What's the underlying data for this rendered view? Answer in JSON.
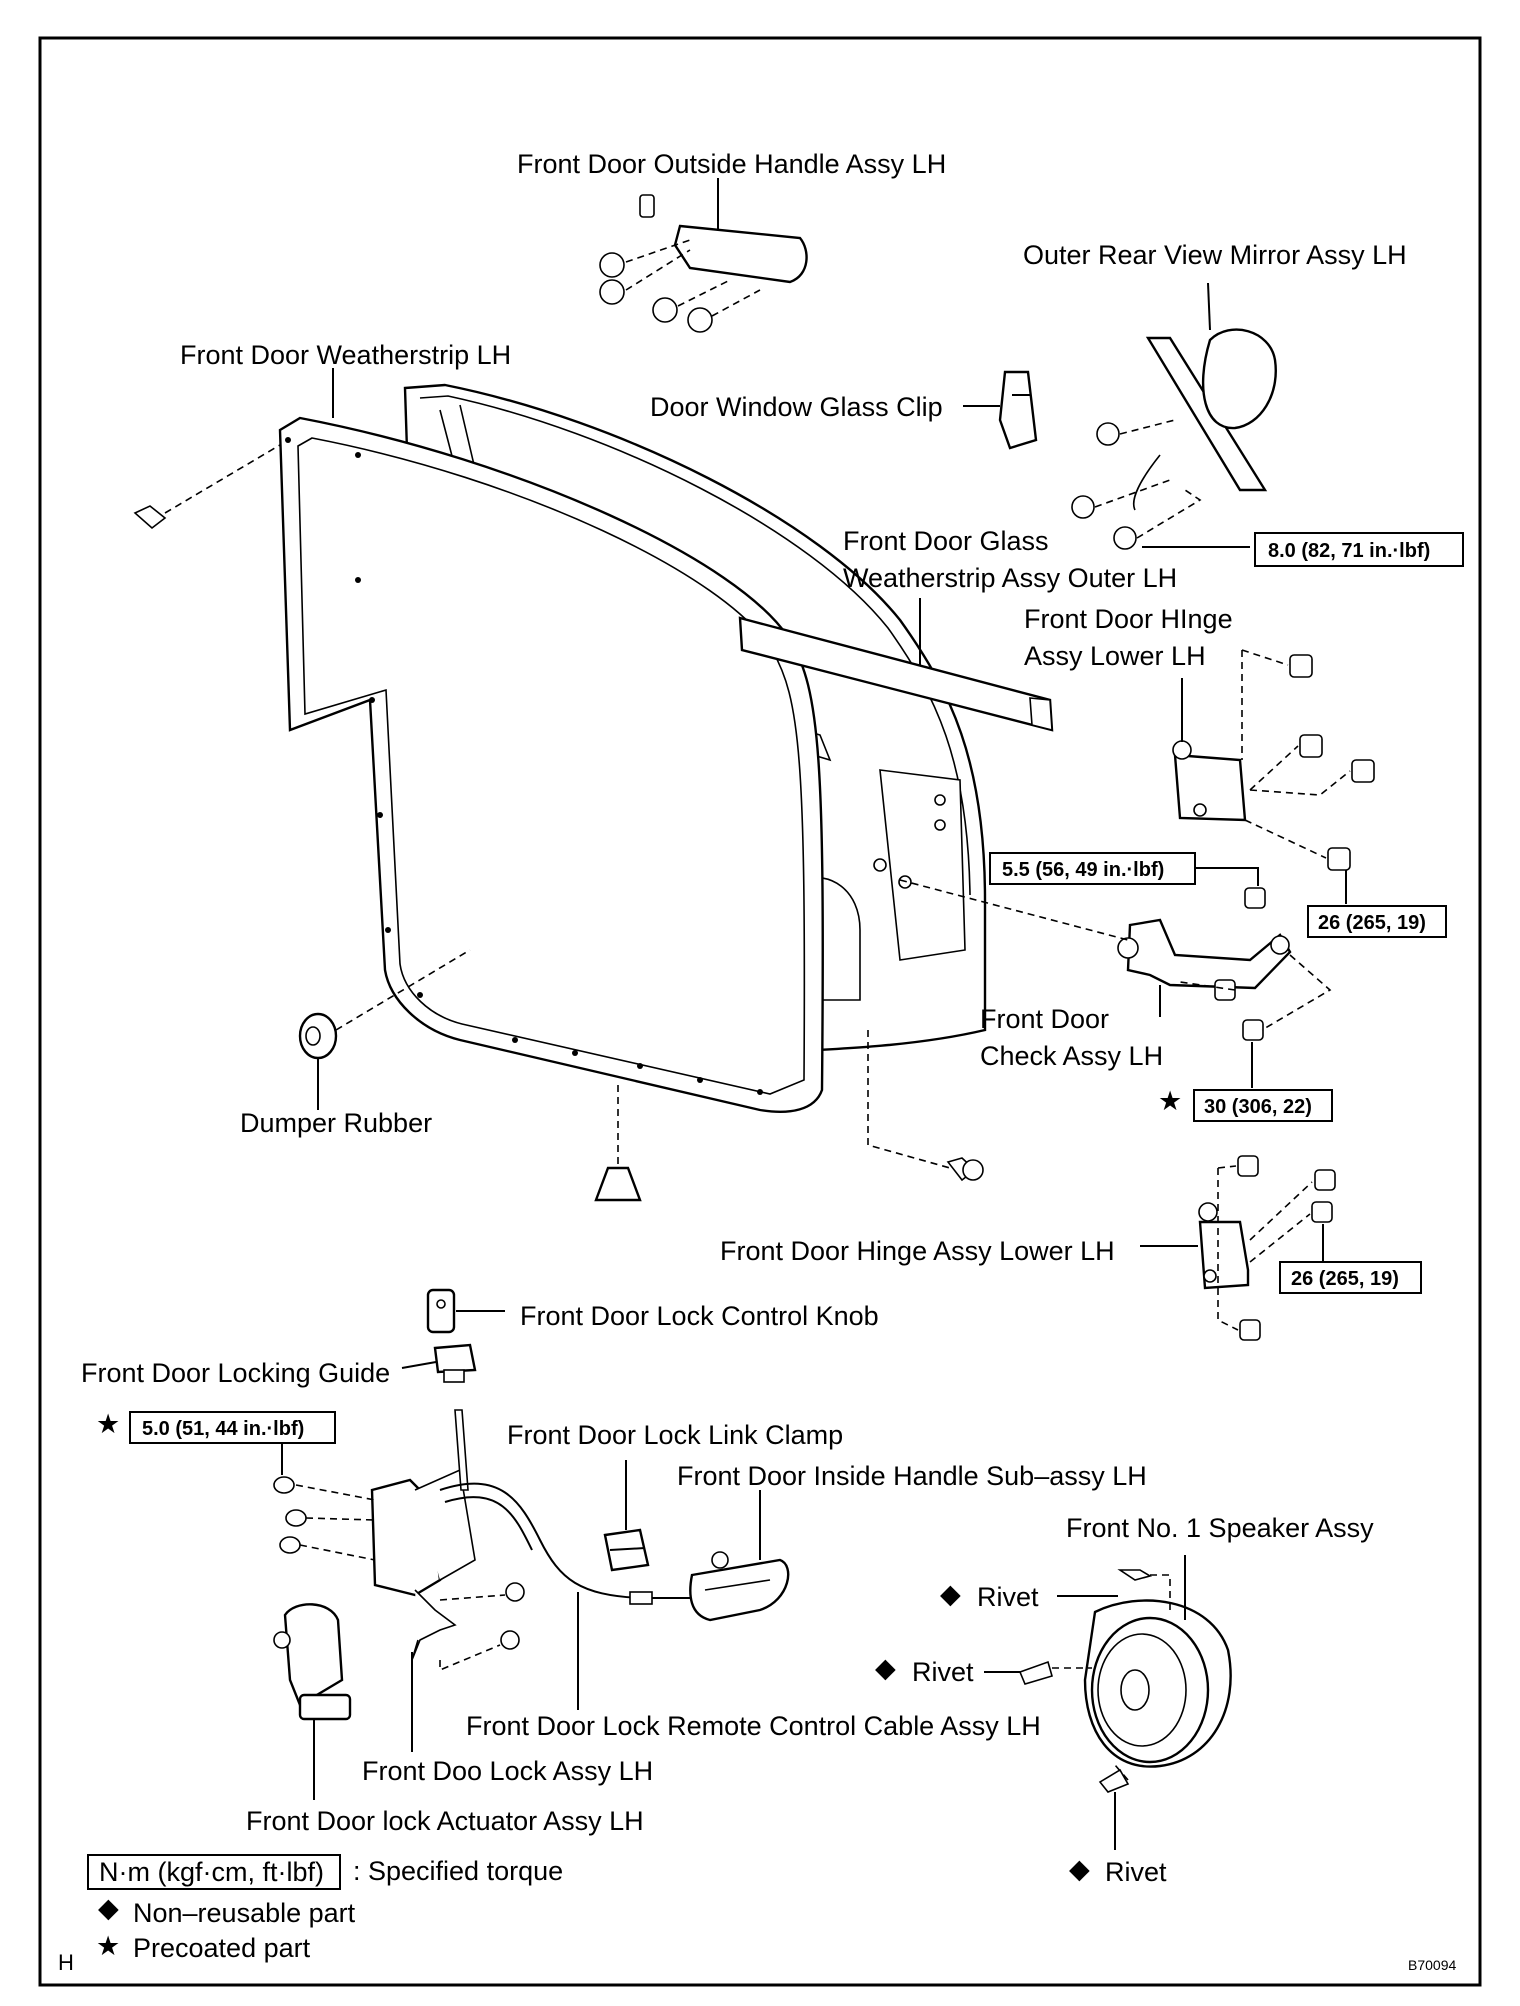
{
  "diagram_id": "B70094",
  "corner_mark": "H",
  "labels": {
    "outside_handle": "Front Door Outside Handle Assy LH",
    "mirror": "Outer Rear View Mirror Assy LH",
    "weatherstrip": "Front Door Weatherstrip LH",
    "glass_clip": "Door Window Glass Clip",
    "glass_ws_1": "Front Door Glass",
    "glass_ws_2": "Weatherstrip Assy Outer LH",
    "hinge_upper_1": "Front Door HInge",
    "hinge_upper_2": "Assy Lower LH",
    "check_1": "Front Door",
    "check_2": "Check Assy LH",
    "dumper": "Dumper Rubber",
    "hinge_lower": "Front Door Hinge Assy Lower LH",
    "lock_knob": "Front Door Lock Control Knob",
    "locking_guide": "Front Door Locking Guide",
    "link_clamp": "Front Door Lock Link Clamp",
    "inside_handle": "Front Door Inside Handle Sub–assy LH",
    "speaker": "Front No. 1 Speaker Assy",
    "rivet_1": "Rivet",
    "rivet_2": "Rivet",
    "rivet_3": "Rivet",
    "cable": "Front Door Lock Remote Control Cable Assy LH",
    "lock_assy": "Front Doo Lock Assy LH",
    "actuator": "Front Door lock Actuator Assy LH"
  },
  "torques": {
    "mirror_nut": "8.0 (82, 71 in.·lbf)",
    "check_body": "5.5 (56, 49 in.·lbf)",
    "hinge_upper": "26 (265, 19)",
    "check_door": "30 (306, 22)",
    "hinge_lower": "26 (265, 19)",
    "lock_screw": "5.0 (51, 44 in.·lbf)"
  },
  "symbols": {
    "precoated": "★",
    "non_reusable": "◆"
  },
  "legend": {
    "torque_unit": "N·m (kgf·cm, ft·lbf)",
    "torque_desc": ": Specified torque",
    "non_reusable": "Non–reusable part",
    "precoated": "Precoated part"
  }
}
